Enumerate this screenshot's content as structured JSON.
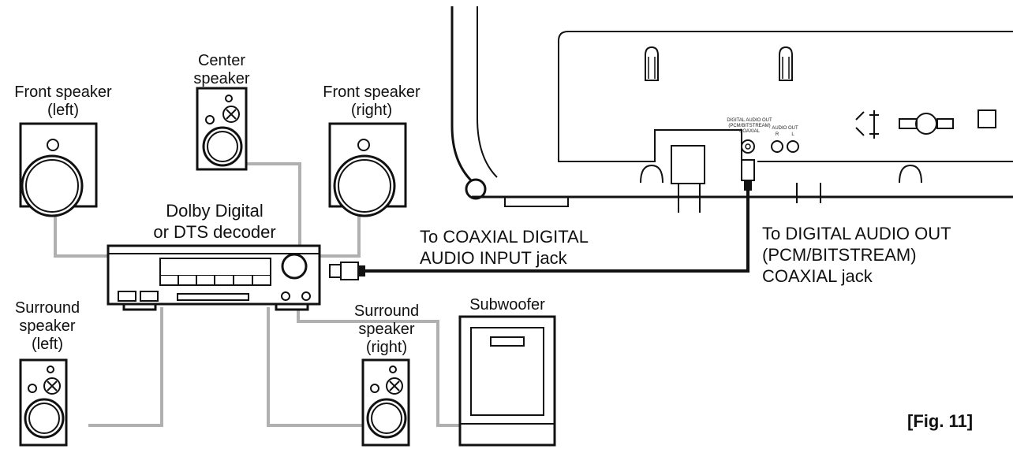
{
  "labels": {
    "front_left": [
      "Front speaker",
      "(left)"
    ],
    "center": [
      "Center",
      "speaker"
    ],
    "front_right": [
      "Front speaker",
      "(right)"
    ],
    "decoder": [
      "Dolby Digital",
      "or DTS decoder"
    ],
    "surround_left": [
      "Surround",
      "speaker",
      "(left)"
    ],
    "surround_right": [
      "Surround",
      "speaker",
      "(right)"
    ],
    "subwoofer": "Subwoofer",
    "coax_input": [
      "To COAXIAL DIGITAL",
      "AUDIO INPUT jack"
    ],
    "digital_out": [
      "To DIGITAL AUDIO OUT",
      "(PCM/BITSTREAM)",
      "COAXIAL jack"
    ],
    "figure": "[Fig. 11]"
  },
  "tv_panel": {
    "jack_label_top": [
      "DIGITAL AUDIO OUT",
      "(PCM/BITSTREAM)",
      "COAXIAL"
    ],
    "audio_out_label": "AUDIO OUT",
    "r_label": "R",
    "l_label": "L"
  },
  "colors": {
    "line": "#111111",
    "speaker_wire": "#b0b0b0",
    "coax_cable": "#111111"
  }
}
